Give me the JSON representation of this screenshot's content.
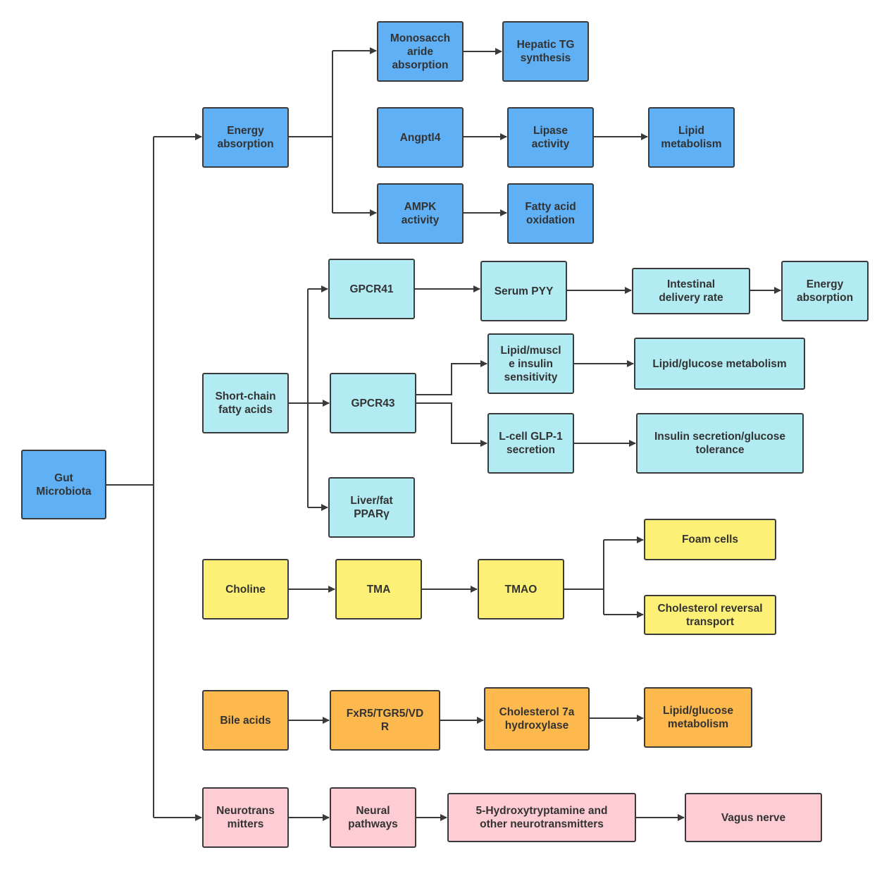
{
  "colors": {
    "blue": "#5fb0f5",
    "cyan": "#b2ebf1",
    "yellow": "#fcf176",
    "orange": "#fdb94d",
    "pink": "#fdcdd3",
    "stroke": "#3a3a3a",
    "text": "#333333"
  },
  "nodes": {
    "gut_microbiota": "Gut\nMicrobiota",
    "energy_absorption": "Energy\nabsorption",
    "monosaccharide_absorption": "Monosacch\naride\nabsorption",
    "hepatic_tg_synthesis": "Hepatic TG\nsynthesis",
    "angptl4": "Angptl4",
    "lipase_activity": "Lipase\nactivity",
    "lipid_metabolism": "Lipid\nmetabolism",
    "ampk_activity": "AMPK\nactivity",
    "fatty_acid_oxidation": "Fatty acid\noxidation",
    "short_chain_fatty_acids": "Short-chain\nfatty acids",
    "gpcr41": "GPCR41",
    "serum_pyy": "Serum PYY",
    "intestinal_delivery_rate": "Intestinal\ndelivery rate",
    "energy_absorption_2": "Energy\nabsorption",
    "gpcr43": "GPCR43",
    "lipid_muscle_insulin_sensitivity": "Lipid/muscl\ne insulin\nsensitivity",
    "lipid_glucose_metabolism_1": "Lipid/glucose metabolism",
    "l_cell_glp1_secretion": "L-cell GLP-1\nsecretion",
    "insulin_secretion_glucose_tolerance": "Insulin secretion/glucose\ntolerance",
    "liver_fat_ppar": "Liver/fat\nPPARγ",
    "choline": "Choline",
    "tma": "TMA",
    "tmao": "TMAO",
    "foam_cells": "Foam cells",
    "cholesterol_reversal_transport": "Cholesterol reversal\ntransport",
    "bile_acids": "Bile acids",
    "fxr5_tgr5_vdr": "FxR5/TGR5/VD\nR",
    "cholesterol_7a_hydroxylase": "Cholesterol 7a\nhydroxylase",
    "lipid_glucose_metabolism_2": "Lipid/glucose\nmetabolism",
    "neurotransmitters": "Neurotrans\nmitters",
    "neural_pathways": "Neural\npathways",
    "serotonin_neurotransmitters": "5-Hydroxytryptamine and\nother neurotransmitters",
    "vagus_nerve": "Vagus nerve"
  }
}
